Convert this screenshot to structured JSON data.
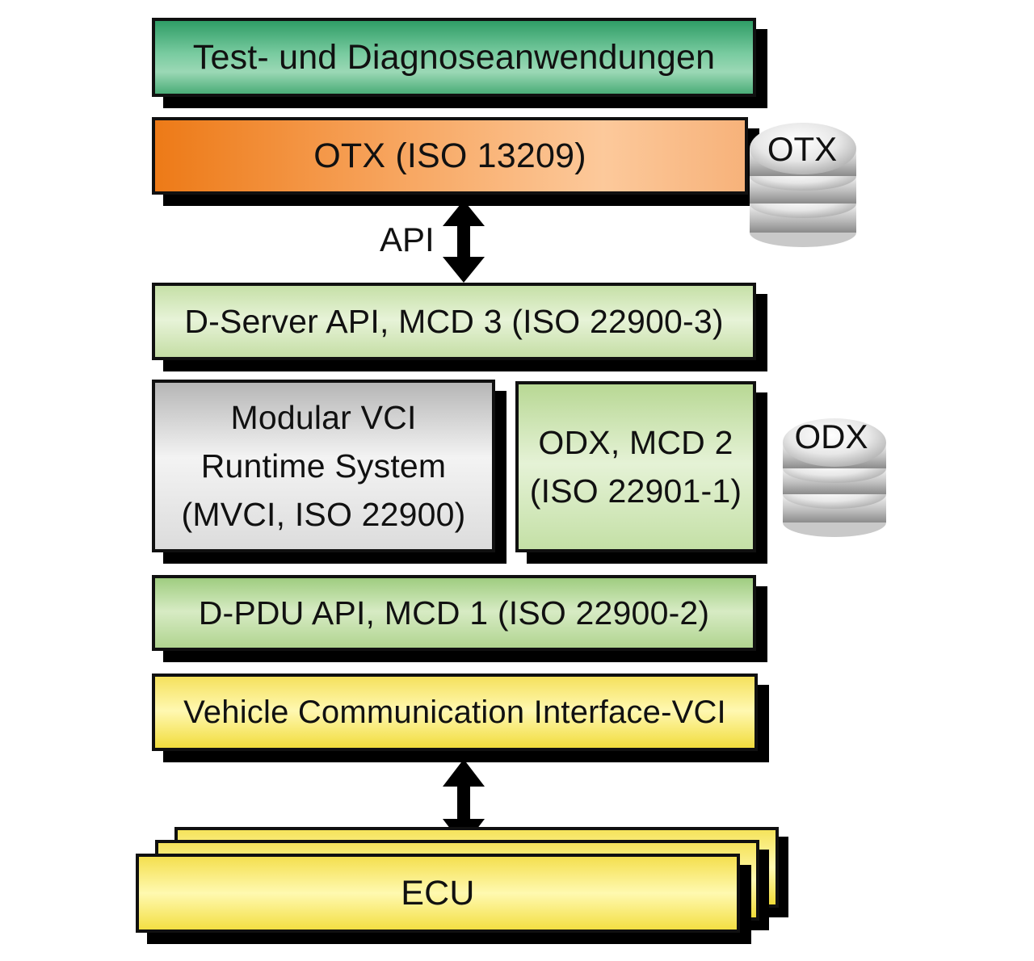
{
  "diagram": {
    "layers": {
      "test_applications": "Test- und Diagnoseanwendungen",
      "otx": "OTX (ISO 13209)",
      "d_server": "D-Server API, MCD 3 (ISO 22900-3)",
      "mvci": [
        "Modular VCI",
        "Runtime System",
        "(MVCI, ISO 22900)"
      ],
      "odx": [
        "ODX, MCD 2",
        "(ISO 22901-1)"
      ],
      "d_pdu": "D-PDU API, MCD 1 (ISO 22900-2)",
      "vehicle_interface": "Vehicle Communication Interface-VCI",
      "ecu": "ECU"
    },
    "labels": {
      "api": "API"
    },
    "databases": {
      "otx": "OTX",
      "odx": "ODX"
    }
  },
  "colors": {
    "test_applications": "#62b987",
    "otx": "#f08a2f",
    "standard_green": "#d6ebc3",
    "mvci_gray": "#e4e4e4",
    "vehicle_yellow": "#f9ea78",
    "border": "#101010"
  },
  "icons": {
    "api_arrow": "double-vertical-arrow-icon",
    "ecu_arrow": "double-vertical-arrow-icon",
    "otx_database": "database-stack-icon",
    "odx_database": "database-stack-icon"
  }
}
